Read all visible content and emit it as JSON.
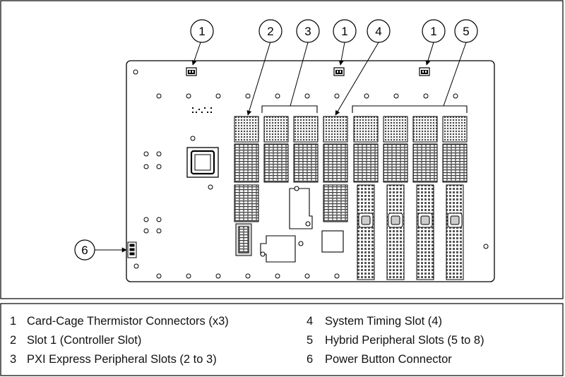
{
  "callouts": {
    "c1a": "1",
    "c2": "2",
    "c3": "3",
    "c1b": "1",
    "c4": "4",
    "c1c": "1",
    "c5": "5",
    "c6": "6"
  },
  "legend": [
    {
      "num": "1",
      "text": "Card-Cage Thermistor Connectors (x3)"
    },
    {
      "num": "2",
      "text": "Slot 1 (Controller Slot)"
    },
    {
      "num": "3",
      "text": "PXI Express Peripheral Slots (2 to 3)"
    },
    {
      "num": "4",
      "text": "System Timing Slot (4)"
    },
    {
      "num": "5",
      "text": "Hybrid Peripheral Slots (5 to 8)"
    },
    {
      "num": "6",
      "text": "Power Button Connector"
    }
  ],
  "colors": {
    "line": "#000000",
    "board": "#ffffff",
    "connector_fill": "#d9d9d9",
    "frame": "#000000"
  }
}
